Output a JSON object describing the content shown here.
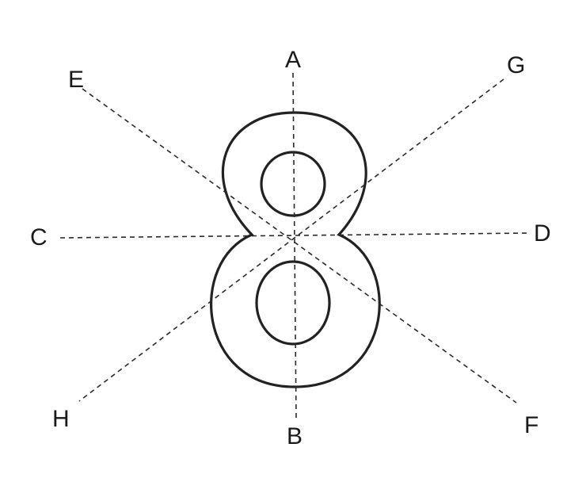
{
  "figure": {
    "digit": "8",
    "lines": [
      {
        "id": "AB",
        "from": "A",
        "to": "B"
      },
      {
        "id": "CD",
        "from": "C",
        "to": "D"
      },
      {
        "id": "EF",
        "from": "E",
        "to": "F"
      },
      {
        "id": "GH",
        "from": "G",
        "to": "H"
      }
    ],
    "labels": {
      "A": "A",
      "B": "B",
      "C": "C",
      "D": "D",
      "E": "E",
      "F": "F",
      "G": "G",
      "H": "H"
    },
    "colors": {
      "ink": "#222222",
      "background": "#ffffff"
    }
  }
}
